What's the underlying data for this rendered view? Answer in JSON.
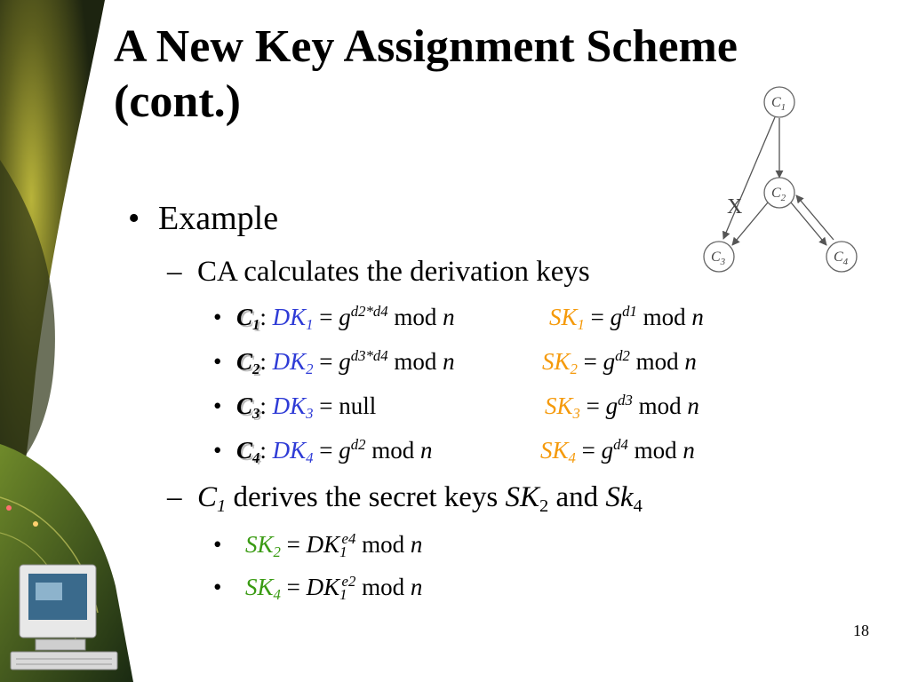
{
  "title": {
    "line1": "A New Key Assignment Scheme",
    "line2": "(cont.)"
  },
  "page_number": "18",
  "level1": {
    "bullet": "•",
    "text": "Example"
  },
  "level2_calc": {
    "dash": "–",
    "text": "CA calculates the derivation keys"
  },
  "key_rows": [
    {
      "bullet": "•",
      "class_name": "C",
      "class_sub": "1",
      "colon": ":",
      "dk": "DK",
      "dk_sub": "1",
      "eq": "=",
      "g": "g",
      "dk_exp": "d2*d4",
      "dk_mod": "mod",
      "n": "n",
      "sk": "SK",
      "sk_sub": "1",
      "sk_exp": "d1"
    },
    {
      "bullet": "•",
      "class_name": "C",
      "class_sub": "2",
      "colon": ":",
      "dk": "DK",
      "dk_sub": "2",
      "eq": "=",
      "g": "g",
      "dk_exp": "d3*d4",
      "dk_mod": "mod",
      "n": "n",
      "sk": "SK",
      "sk_sub": "2",
      "sk_exp": "d2"
    },
    {
      "bullet": "•",
      "class_name": "C",
      "class_sub": "3",
      "colon": ":",
      "dk": "DK",
      "dk_sub": "3",
      "eq": "=",
      "dk_null": "null",
      "sk": "SK",
      "sk_sub": "3",
      "sk_exp": "d3",
      "g": "g",
      "dk_mod": "mod",
      "n": "n"
    },
    {
      "bullet": "•",
      "class_name": "C",
      "class_sub": "4",
      "colon": ":",
      "dk": "DK",
      "dk_sub": "4",
      "eq": "=",
      "g": "g",
      "dk_exp": "d2",
      "dk_mod": "mod",
      "n": "n",
      "sk": "SK",
      "sk_sub": "4",
      "sk_exp": "d4"
    }
  ],
  "level2_derive": {
    "dash": "–",
    "c": "C",
    "c_sub": "1",
    "text_mid": "derives the secret keys",
    "sk2": "SK",
    "sk2_sub": "2",
    "and": "and",
    "sk4": "Sk",
    "sk4_sub": "4"
  },
  "derive_rows": [
    {
      "bullet": "•",
      "sk": "SK",
      "sk_sub": "2",
      "eq": "=",
      "dk": "DK",
      "dk_sub": "1",
      "exp": "e4",
      "mod": "mod",
      "n": "n"
    },
    {
      "bullet": "•",
      "sk": "SK",
      "sk_sub": "4",
      "eq": "=",
      "dk": "DK",
      "dk_sub": "1",
      "exp": "e2",
      "mod": "mod",
      "n": "n"
    }
  ],
  "diagram": {
    "nodes": [
      {
        "label": "C",
        "sub": "1"
      },
      {
        "label": "C",
        "sub": "2"
      },
      {
        "label": "C",
        "sub": "3"
      },
      {
        "label": "C",
        "sub": "4"
      }
    ],
    "cross_label": "X"
  },
  "colors": {
    "dk": "#2e3bd6",
    "sk": "#f59a0b",
    "derived": "#3a9b13"
  }
}
